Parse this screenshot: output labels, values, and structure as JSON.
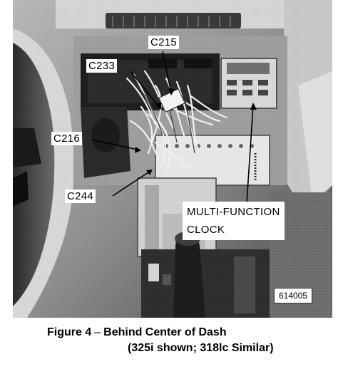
{
  "photo": {
    "callouts": {
      "c215": "C215",
      "c233": "C233",
      "c216": "C216",
      "c244": "C244",
      "multi_function_line1": "MULTI-FUNCTION",
      "multi_function_line2": "CLOCK"
    },
    "photo_number": "614005"
  },
  "caption": {
    "figure_label": "Figure 4",
    "separator": "–",
    "title": "Behind Center of Dash",
    "subtitle": "(325i shown; 318lc Similar)"
  }
}
